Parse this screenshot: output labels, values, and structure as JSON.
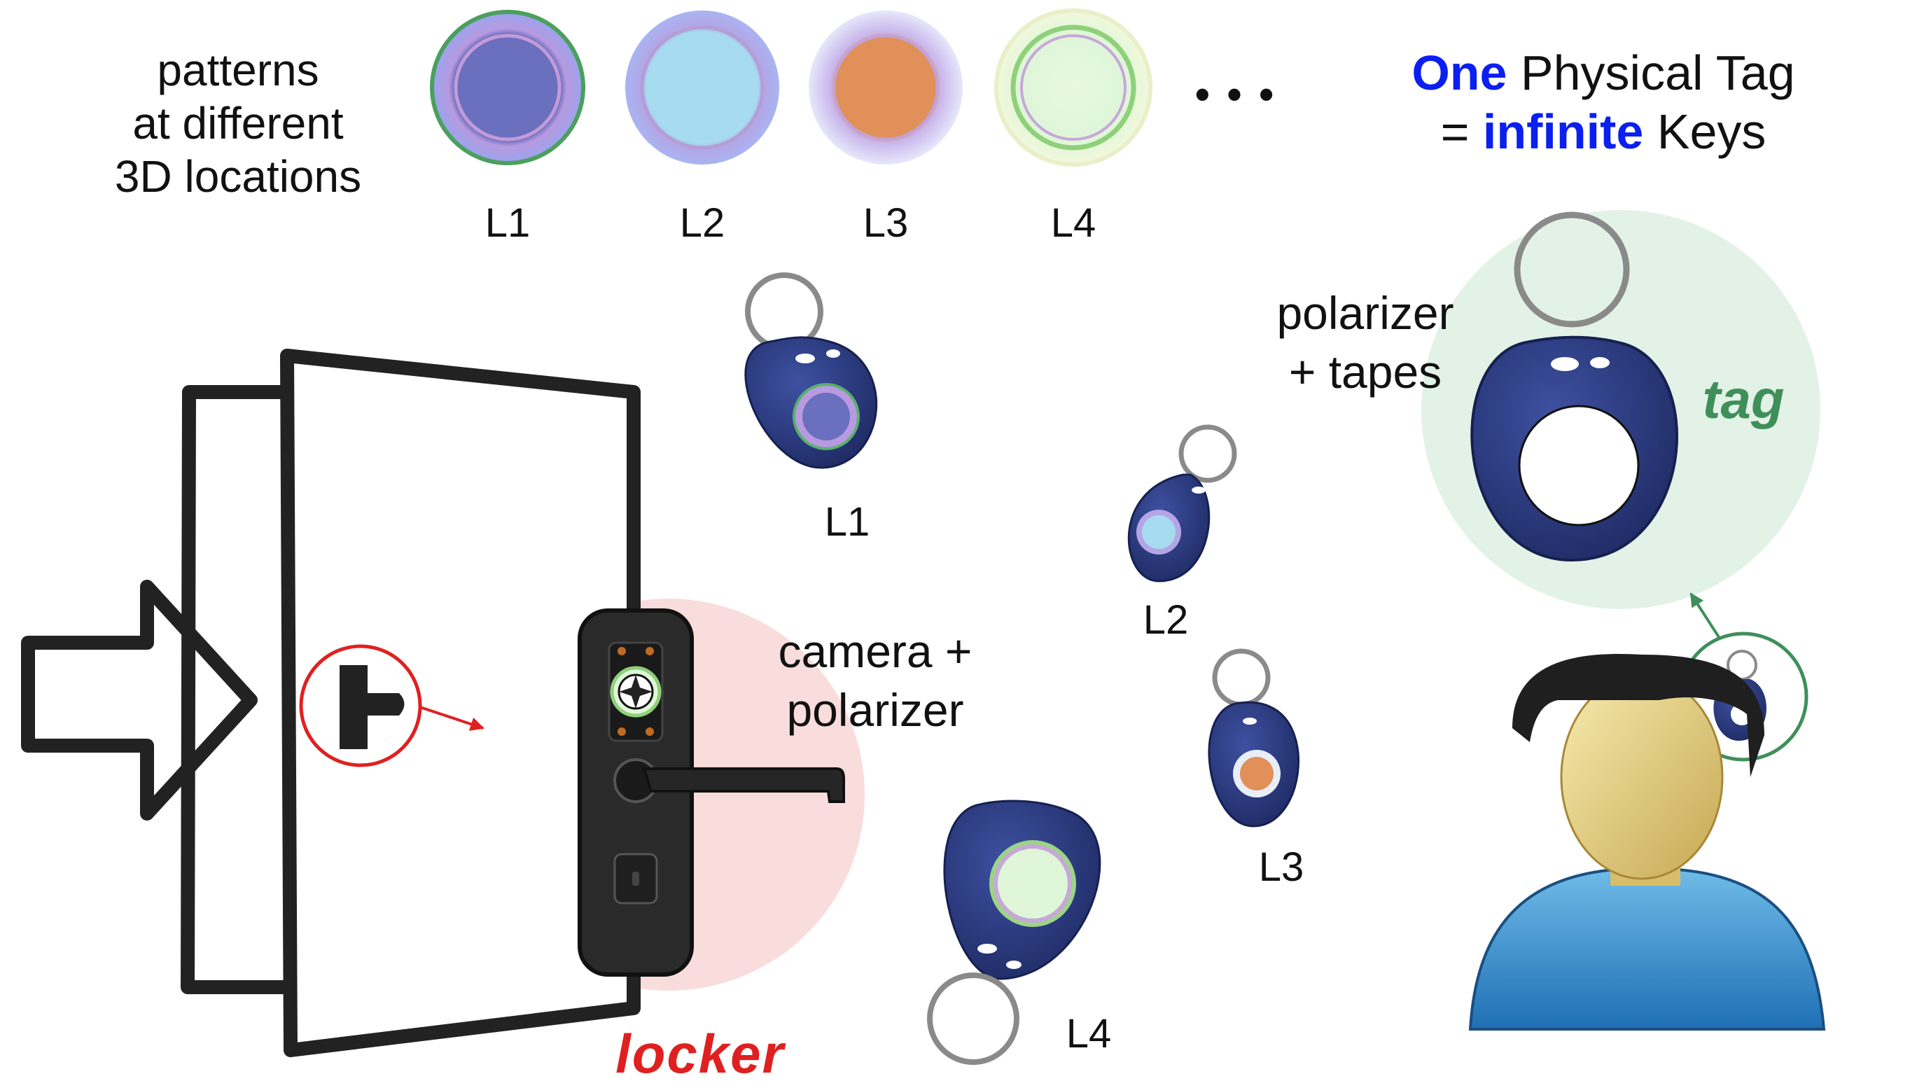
{
  "header": {
    "patterns_text": [
      "patterns",
      "at different",
      "3D locations"
    ],
    "pattern_labels": [
      "L1",
      "L2",
      "L3",
      "L4"
    ],
    "ellipsis": "• • •",
    "tagline": {
      "line1_highlight": "One",
      "line1_rest": " Physical Tag",
      "line2_prefix": "= ",
      "line2_highlight": "infinite",
      "line2_rest": " Keys"
    }
  },
  "door": {
    "camera_text": [
      "camera +",
      "polarizer"
    ],
    "locker_label": "locker"
  },
  "keyfobs": {
    "labels": [
      "L1",
      "L2",
      "L3",
      "L4"
    ]
  },
  "tag_panel": {
    "polarizer_text": [
      "polarizer",
      "+ tapes"
    ],
    "tag_label": "tag"
  },
  "colors": {
    "highlight_blue": "#0a1ff0",
    "locker_red": "#e02020",
    "tag_green": "#3f8f5a",
    "fob_blue": "#2a3a7c",
    "lock_zone": "#f9dcdc",
    "tag_zone": "#e3f2e6",
    "l1": "#6a6fbe",
    "l2": "#a7dcf0",
    "l3": "#e09058",
    "l4": "#dff6d9"
  }
}
